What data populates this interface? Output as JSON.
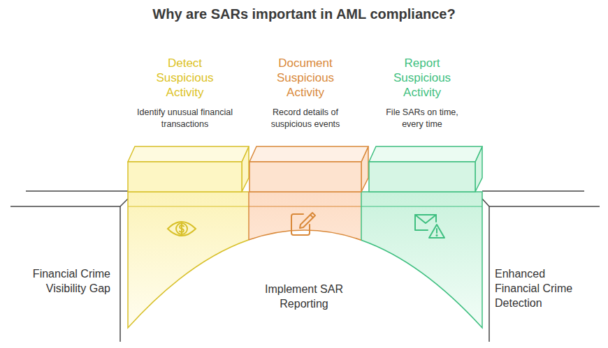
{
  "diagram": {
    "title": "Why are SARs important in AML compliance?",
    "nodes": [
      {
        "text": [
          "Detect Suspicious Activity",
          "Identify unusual financial transactions"
        ]
      },
      {
        "text": [
          "Document Suspicious Activity",
          "Record details of suspicious events"
        ]
      },
      {
        "text": [
          "Report Suspicious Activity",
          "File SARs on time, every time"
        ]
      }
    ],
    "labels": [
      "Financial Crime Visibility Gap",
      "Implement SAR Reporting",
      "Enhanced Financial Crime Detection"
    ]
  }
}
